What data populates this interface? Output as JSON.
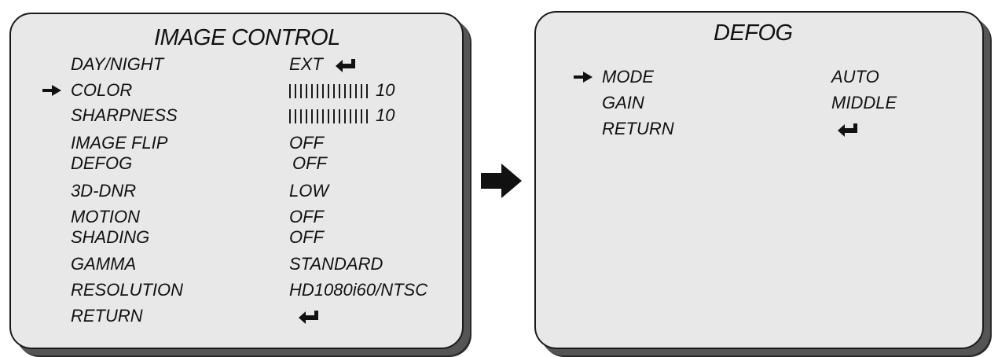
{
  "image_control": {
    "title": "IMAGE CONTROL",
    "items": [
      {
        "label": "DAY/NIGHT",
        "value": "EXT",
        "enter": true
      },
      {
        "label": "COLOR",
        "value": "10",
        "bar_count": 15,
        "selected": true
      },
      {
        "label": "SHARPNESS",
        "value": "10",
        "bar_count": 15
      },
      {
        "label": "IMAGE FLIP",
        "value": "OFF"
      },
      {
        "label": "DEFOG",
        "value": "OFF"
      },
      {
        "label": "3D-DNR",
        "value": "LOW"
      },
      {
        "label": "MOTION",
        "value": "OFF"
      },
      {
        "label": "SHADING",
        "value": "OFF"
      },
      {
        "label": "GAMMA",
        "value": "STANDARD"
      },
      {
        "label": "RESOLUTION",
        "value": "HD1080i60/NTSC"
      },
      {
        "label": "RETURN",
        "value": "",
        "enter": true
      }
    ]
  },
  "defog": {
    "title": "DEFOG",
    "items": [
      {
        "label": "MODE",
        "value": "AUTO",
        "selected": true
      },
      {
        "label": "GAIN",
        "value": "MIDDLE"
      },
      {
        "label": "RETURN",
        "value": "",
        "enter": true
      }
    ]
  },
  "icons": {
    "selection": "right-arrow-icon",
    "enter": "enter-return-icon",
    "transition": "big-right-arrow-icon"
  },
  "colors": {
    "panel_bg": "#e8e8e8",
    "border": "#1a1a1a",
    "shadow": "#555555",
    "text": "#111111"
  }
}
